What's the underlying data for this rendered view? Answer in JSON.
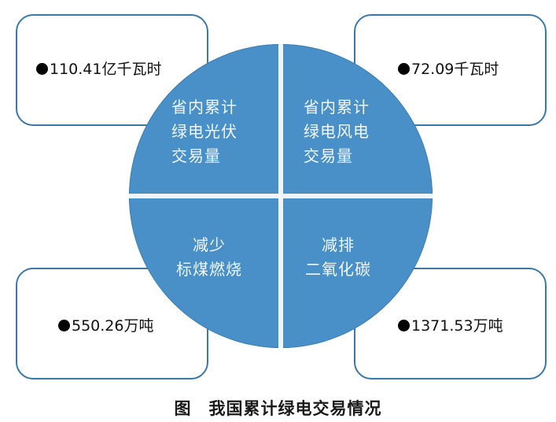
{
  "quadrants": {
    "top_left": {
      "label_lines": [
        "省内累计",
        "绿电光伏",
        "交易量"
      ],
      "value": "110.41亿千瓦时"
    },
    "top_right": {
      "label_lines": [
        "省内累计",
        "绿电风电",
        "交易量"
      ],
      "value": "72.09千瓦时"
    },
    "bottom_left": {
      "label_lines": [
        "减少",
        "标煤燃烧"
      ],
      "value": "550.26万吨"
    },
    "bottom_right": {
      "label_lines": [
        "减排",
        "二氧化碳"
      ],
      "value": "1371.53万吨"
    }
  },
  "caption": {
    "figure_label": "图",
    "title": "我国累计绿电交易情况"
  },
  "colors": {
    "circle_fill": "#4a90c8",
    "box_border": "#3a78a8",
    "divider": "#eef6fb",
    "label_text": "#f2f7fb",
    "value_text": "#111111"
  },
  "bullet_icon": "black-dot"
}
